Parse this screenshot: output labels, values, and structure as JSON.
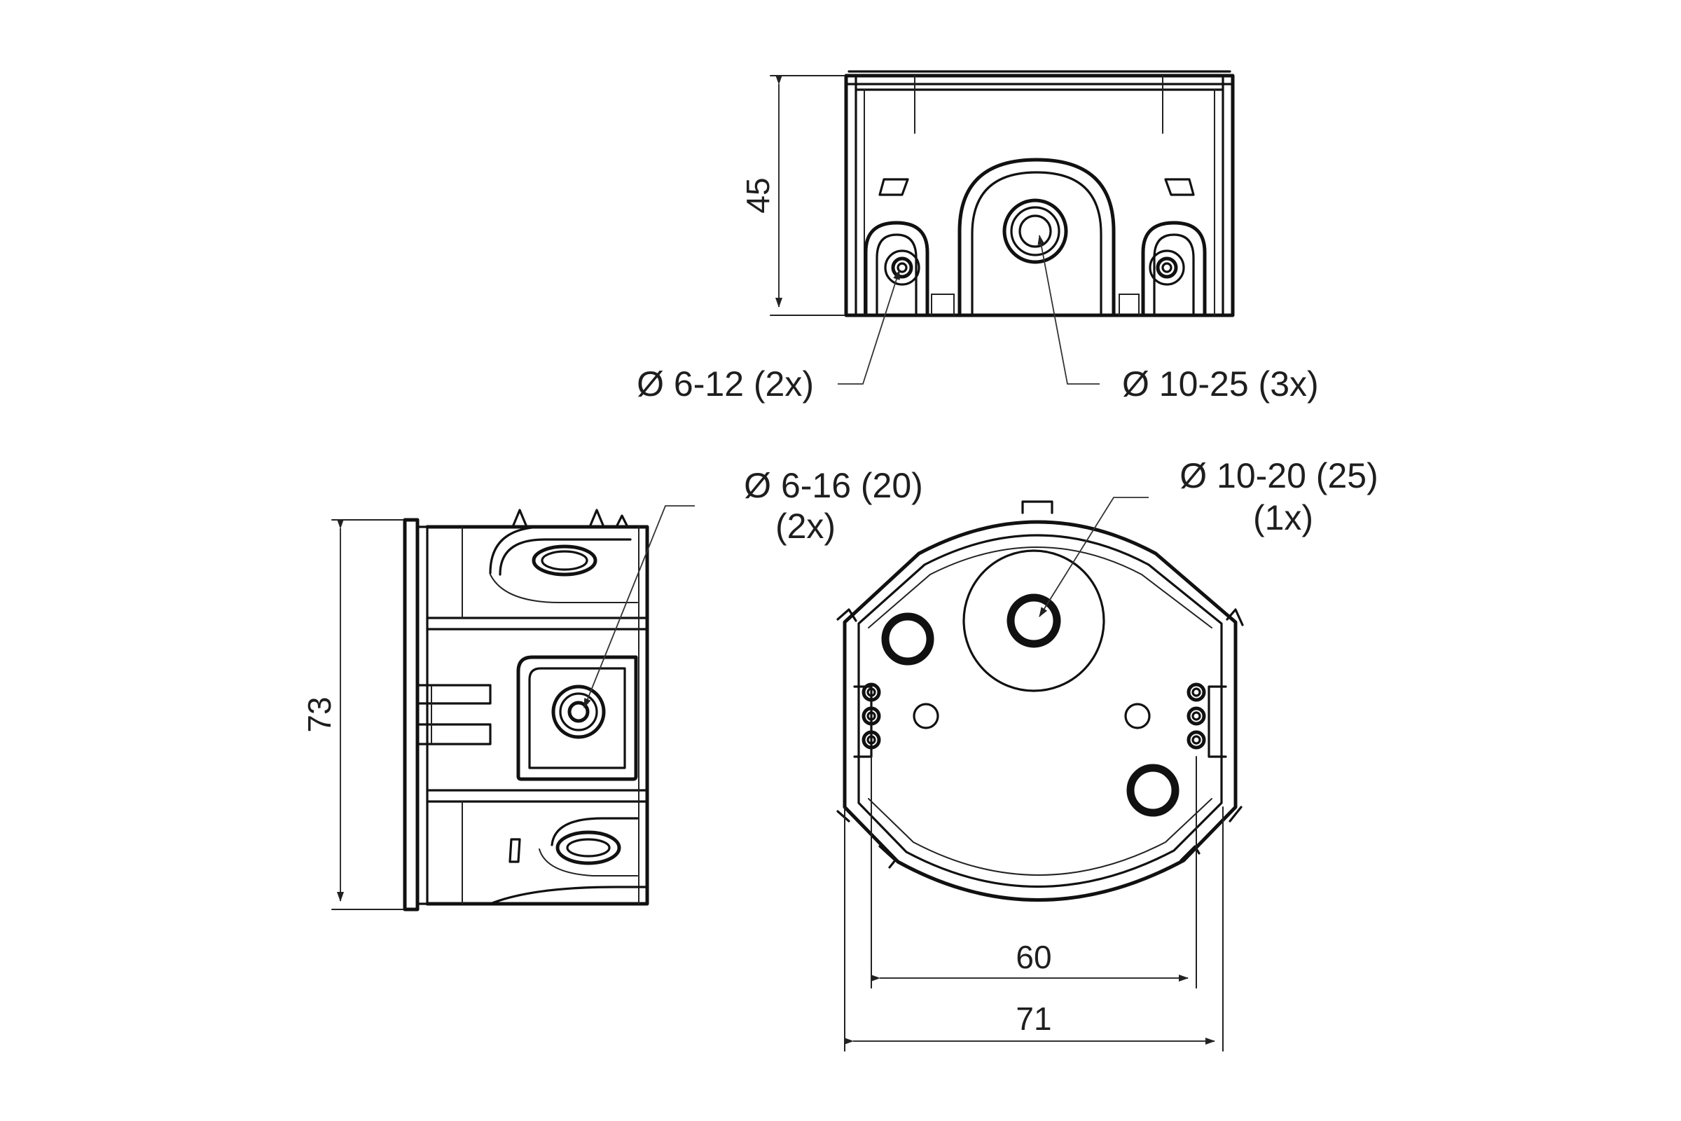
{
  "labels": {
    "top_small_gland": "Ø 6-12 (2x)",
    "top_large_gland": "Ø 10-25 (3x)",
    "side_gland_line1": "Ø 6-16 (20)",
    "side_gland_line2": "(2x)",
    "front_gland_line1": "Ø 10-20 (25)",
    "front_gland_line2": "(1x)"
  },
  "dimensions": {
    "height_top_view": "45",
    "height_side_view": "73",
    "inner_width": "60",
    "outer_width": "71"
  }
}
